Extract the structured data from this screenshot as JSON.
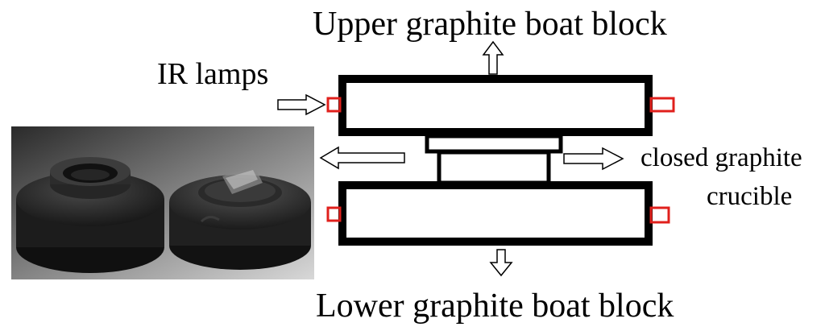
{
  "labels": {
    "upper_block": "Upper graphite boat block",
    "lower_block": "Lower graphite boat block",
    "ir_lamps": "IR lamps",
    "closed_graphite": "closed graphite",
    "crucible": "crucible"
  },
  "colors": {
    "structure": "#000000",
    "lamp": "#e0201c",
    "arrow": "#000000",
    "background": "#ffffff"
  },
  "icons": {
    "arrow_up": "arrow-up-icon",
    "arrow_down": "arrow-down-icon",
    "arrow_right": "arrow-right-icon",
    "arrow_left": "arrow-left-icon"
  }
}
